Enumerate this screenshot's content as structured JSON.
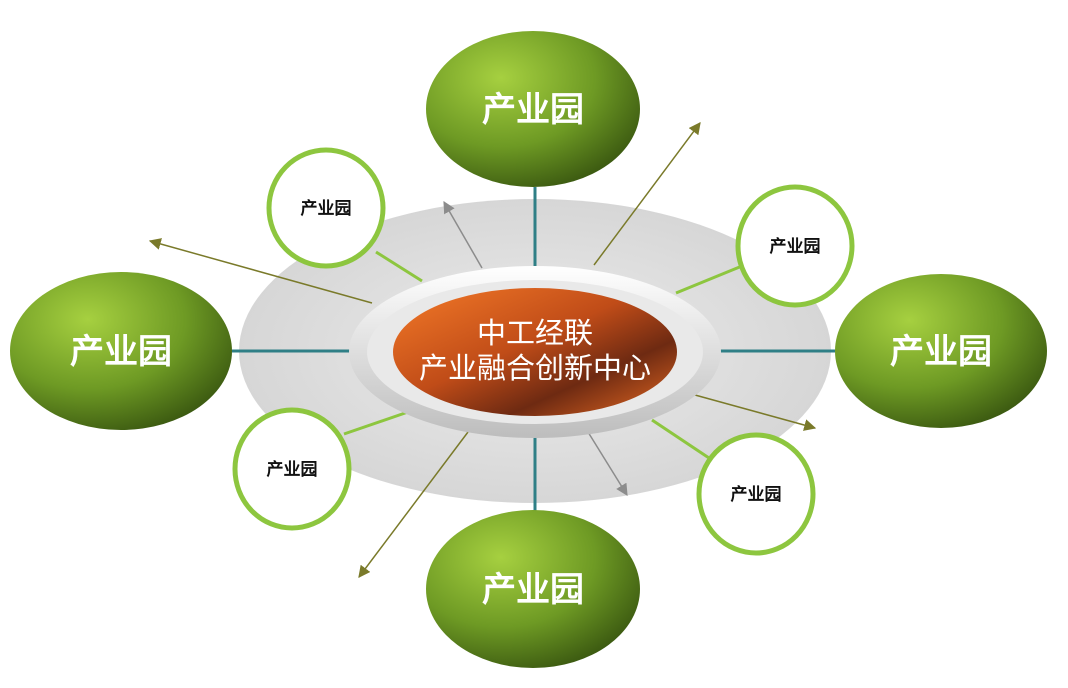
{
  "center": {
    "line1": "中工经联",
    "line2": "产业融合创新中心"
  },
  "major_nodes": {
    "top": "产业园",
    "left": "产业园",
    "right": "产业园",
    "bottom": "产业园"
  },
  "minor_nodes": {
    "upper_left": "产业园",
    "upper_right": "产业园",
    "lower_left": "产业园",
    "lower_right": "产业园"
  },
  "colors": {
    "green_light": "#9dc63a",
    "green_dark": "#3d5a12",
    "minor_ring": "#8dc63f",
    "connector_teal": "#2f7f86",
    "center_orange": "#f26a1f",
    "center_dark": "#6e2a12",
    "ellipse_gray": "#dcdcdc",
    "arrow_olive": "#7a7a2a",
    "arrow_gray": "#8c8c8c"
  }
}
